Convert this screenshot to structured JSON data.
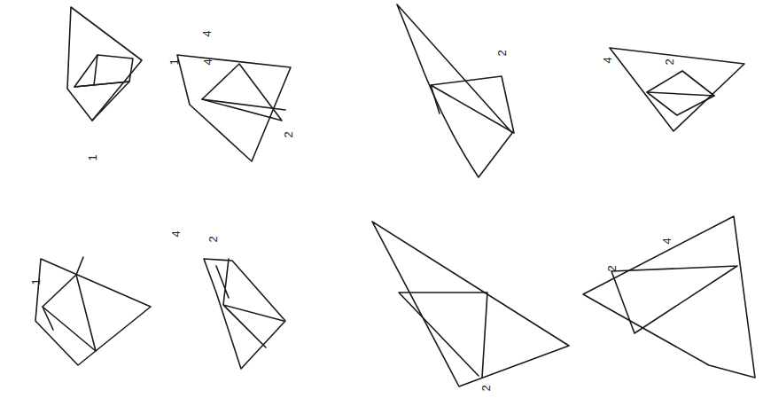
{
  "diagram": {
    "labels": [
      "4",
      "1",
      "1",
      "4",
      "2",
      "2",
      "4",
      "2",
      "1",
      "4",
      "2",
      "2",
      "2",
      "4"
    ]
  }
}
